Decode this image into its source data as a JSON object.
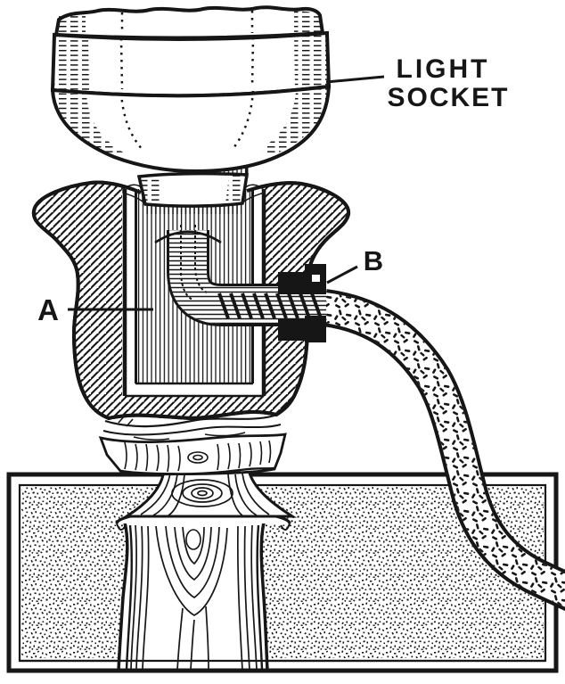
{
  "figure": {
    "kind": "vintage-technical-illustration",
    "subject": "Cross-section of a homemade electric lamp showing cord routed through central pipe (A) and exit bushing (B)",
    "paper_color": "#ffffff",
    "ink_color": "#161616"
  },
  "labels": {
    "socket_line1": "LIGHT",
    "socket_line2": "SOCKET",
    "part_a": "A",
    "part_b": "B"
  }
}
